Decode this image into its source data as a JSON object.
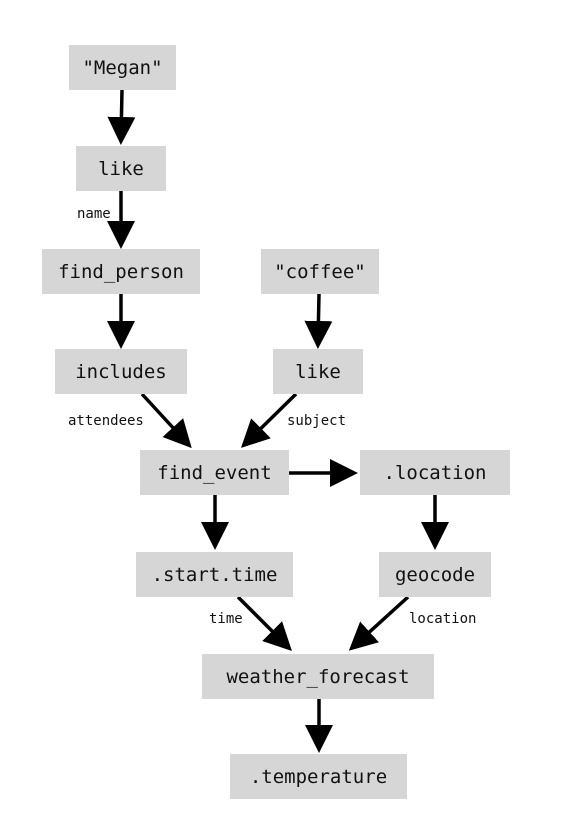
{
  "nodes": {
    "megan": "\"Megan\"",
    "like_name": "like",
    "find_person": "find_person",
    "coffee": "\"coffee\"",
    "includes": "includes",
    "like_subject": "like",
    "find_event": "find_event",
    "location": ".location",
    "start_time": ".start.time",
    "geocode": "geocode",
    "weather_forecast": "weather_forecast",
    "temperature": ".temperature"
  },
  "edge_labels": {
    "name": "name",
    "attendees": "attendees",
    "subject": "subject",
    "time": "time",
    "location": "location"
  },
  "colors": {
    "node_fill": "#d6d6d6",
    "arrow": "#000000"
  }
}
